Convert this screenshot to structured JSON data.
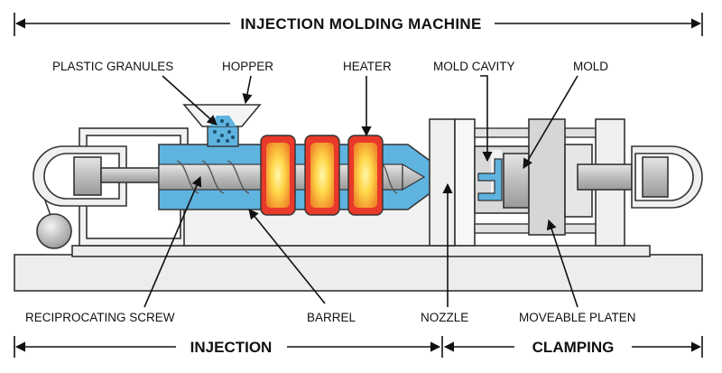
{
  "diagram": {
    "title": "INJECTION MOLDING MACHINE",
    "sections": {
      "injection": "INJECTION",
      "clamping": "CLAMPING"
    },
    "top_labels": {
      "plastic_granules": "PLASTIC GRANULES",
      "hopper": "HOPPER",
      "heater": "HEATER",
      "mold_cavity": "MOLD CAVITY",
      "mold": "MOLD"
    },
    "bottom_labels": {
      "reciprocating_screw": "RECIPROCATING SCREW",
      "barrel": "BARREL",
      "nozzle": "NOZZLE",
      "moveable_platen": "MOVEABLE PLATEN"
    },
    "colors": {
      "outline": "#333333",
      "frame_fill": "#eeeeee",
      "plastic_blue": "#5fb3df",
      "heater_red": "#e8392a",
      "heater_core": "#ffd84a",
      "steel": "#c8c8c8"
    }
  }
}
